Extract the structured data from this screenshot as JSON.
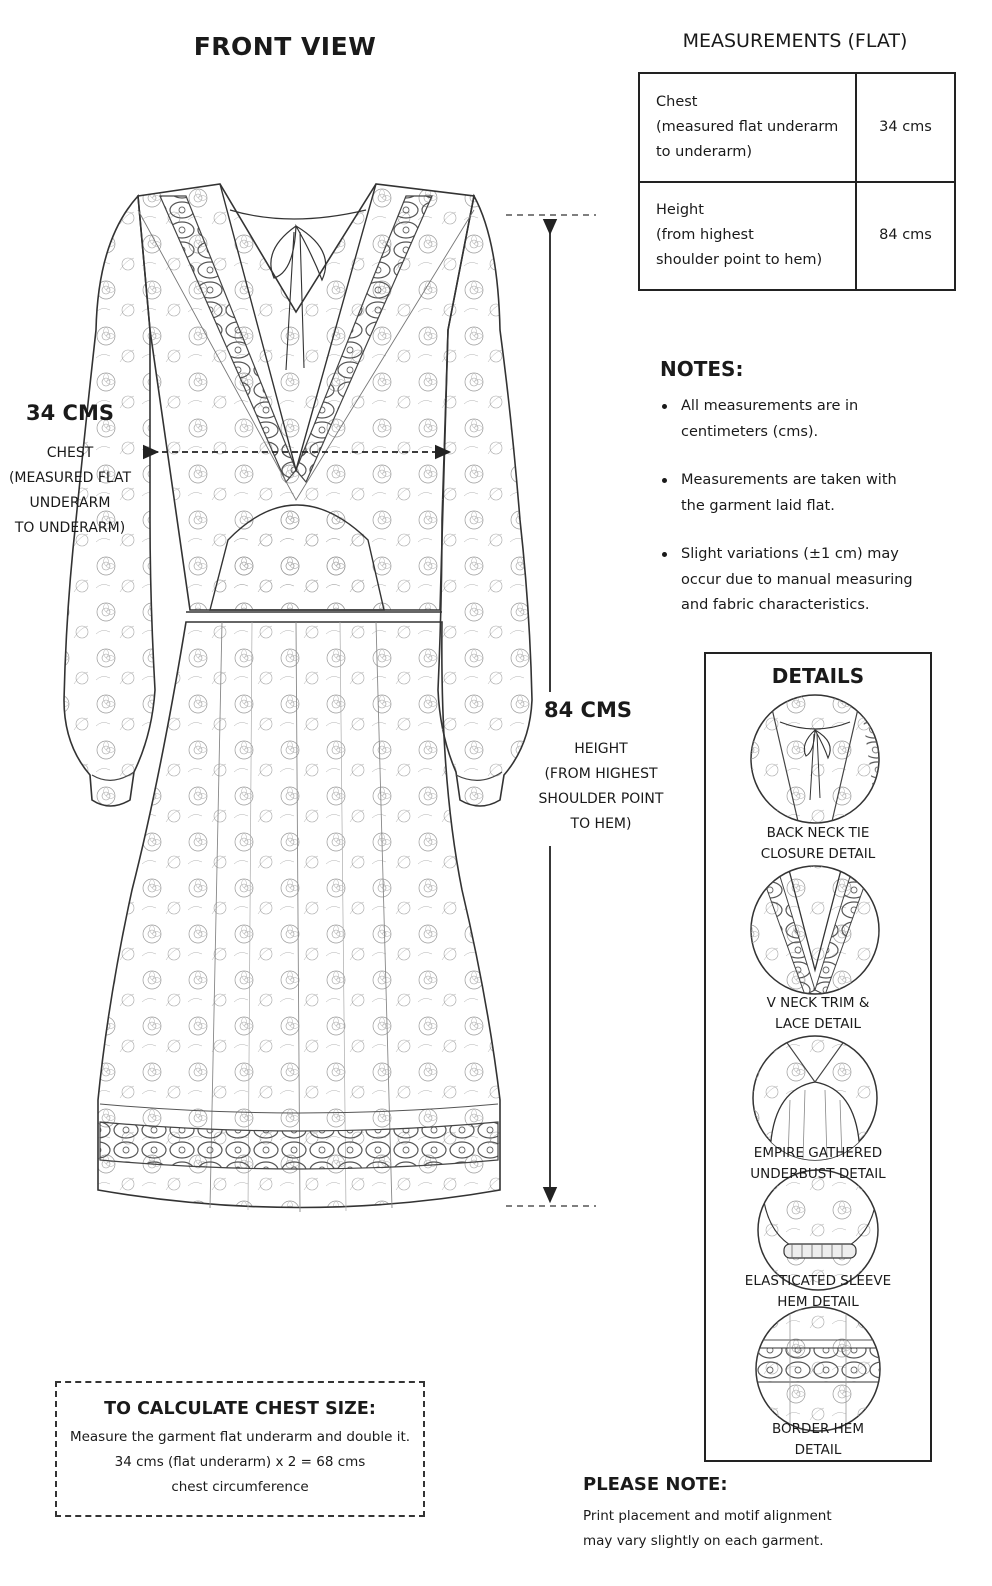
{
  "front_view_title": "FRONT VIEW",
  "measurements": {
    "title": "MEASUREMENTS (FLAT)",
    "rows": [
      {
        "label_lines": [
          "Chest",
          "(measured flat underarm",
          "to underarm)"
        ],
        "value": "34 cms"
      },
      {
        "label_lines": [
          "Height",
          "(from highest",
          "shoulder point to hem)"
        ],
        "value": "84 cms"
      }
    ]
  },
  "notes": {
    "title": "NOTES:",
    "items": [
      [
        "All measurements are in",
        "centimeters (cms)."
      ],
      [
        "Measurements are taken with",
        "the garment laid flat."
      ],
      [
        "Slight variations (±1 cm) may",
        "occur due to manual measuring",
        "and fabric characteristics."
      ]
    ]
  },
  "chest_dim": {
    "value": "34 CMS",
    "lines": [
      "CHEST",
      "(MEASURED FLAT",
      "UNDERARM",
      "TO UNDERARM)"
    ]
  },
  "height_dim": {
    "value": "84 CMS",
    "lines": [
      "HEIGHT",
      "(FROM HIGHEST",
      "SHOULDER POINT",
      "TO HEM)"
    ]
  },
  "details": {
    "title": "DETAILS",
    "items": [
      {
        "icon": "back-neck-tie-icon",
        "lines": [
          "BACK NECK TIE",
          "CLOSURE DETAIL"
        ]
      },
      {
        "icon": "v-neck-trim-icon",
        "lines": [
          "V NECK TRIM &",
          "LACE DETAIL"
        ]
      },
      {
        "icon": "empire-underbust-icon",
        "lines": [
          "EMPIRE GATHERED",
          "UNDERBUST DETAIL"
        ]
      },
      {
        "icon": "elastic-sleeve-hem-icon",
        "lines": [
          "ELASTICATED SLEEVE",
          "HEM DETAIL"
        ]
      },
      {
        "icon": "border-hem-icon",
        "lines": [
          "BORDER HEM",
          "DETAIL"
        ]
      }
    ]
  },
  "calc": {
    "title": "TO CALCULATE CHEST SIZE:",
    "lines": [
      "Measure the garment flat underarm and double it.",
      "34 cms (flat underarm) x 2 = 68 cms",
      "chest circumference"
    ]
  },
  "please_note": {
    "title": "PLEASE NOTE:",
    "lines": [
      "Print placement and motif alignment",
      "may vary slightly on each garment."
    ]
  },
  "colors": {
    "ink": "#1a1a1a",
    "line": "#555555",
    "background": "#ffffff"
  }
}
